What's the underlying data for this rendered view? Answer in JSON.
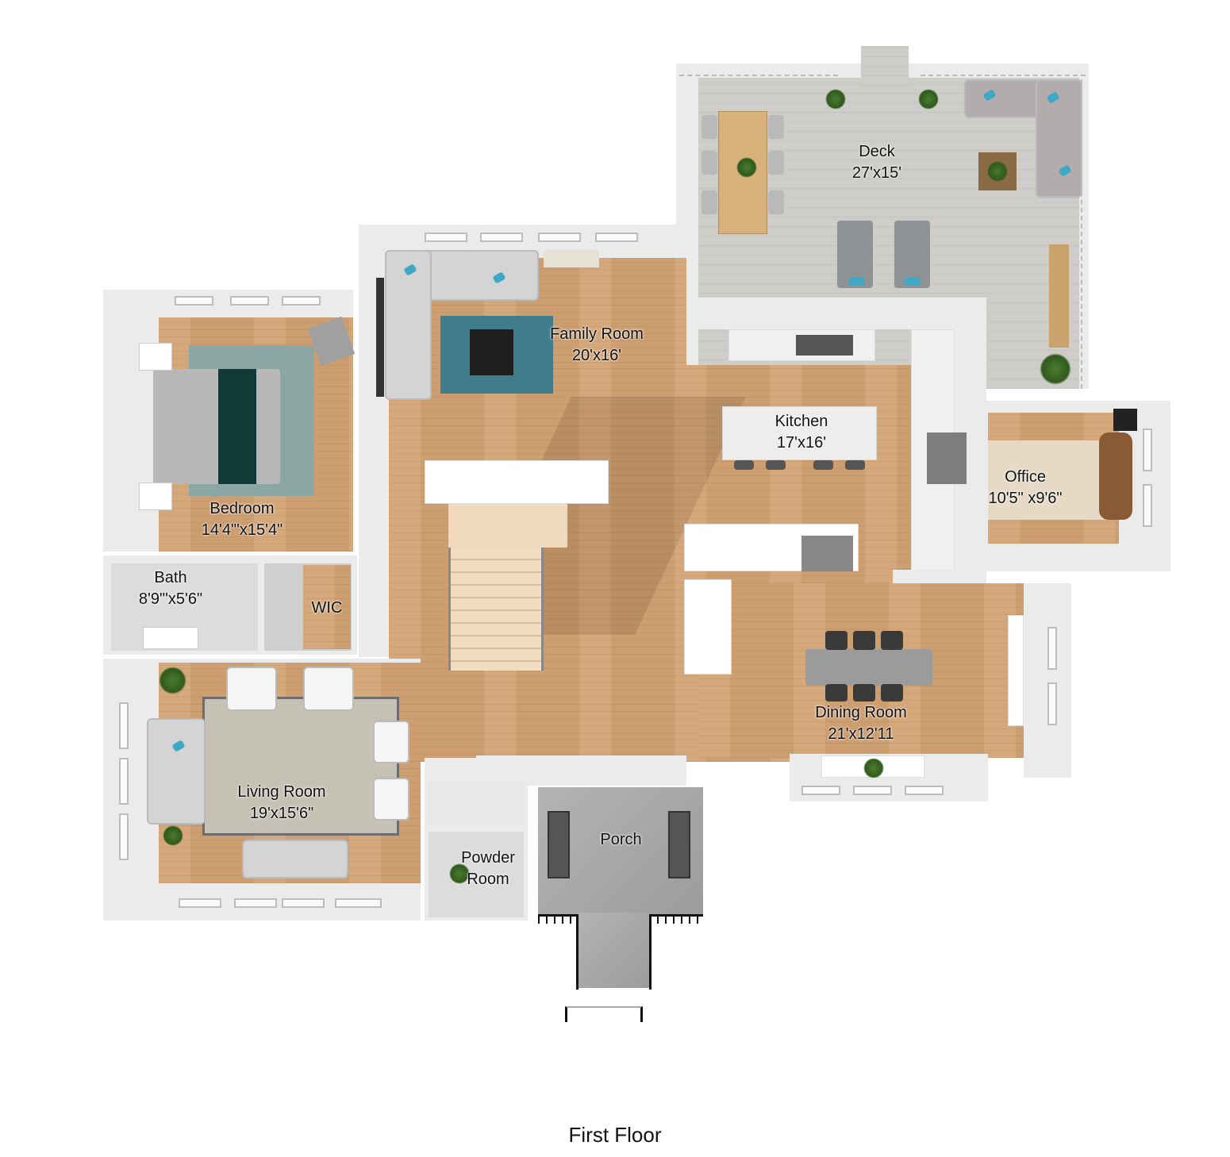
{
  "plan": {
    "caption": "First Floor",
    "rooms": {
      "deck": {
        "name": "Deck",
        "size": "27'x15'"
      },
      "family_room": {
        "name": "Family Room",
        "size": "20'x16'"
      },
      "bedroom": {
        "name": "Bedroom",
        "size": "14'4\"'x15'4\""
      },
      "kitchen": {
        "name": "Kitchen",
        "size": "17'x16'"
      },
      "office": {
        "name": "Office",
        "size": "10'5\" x9'6\""
      },
      "bath": {
        "name": "Bath",
        "size": "8'9\"'x5'6\""
      },
      "wic": {
        "name": "WIC"
      },
      "dining_room": {
        "name": "Dining Room",
        "size": "21'x12'11"
      },
      "living_room": {
        "name": "Living Room",
        "size": "19'x15'6\""
      },
      "powder_room": {
        "name": "Powder",
        "name_line2": "Room"
      },
      "porch": {
        "name": "Porch"
      }
    },
    "colors": {
      "wood_floor": "#d3a374",
      "deck_floor": "#cfcdc9",
      "walls": "#ebebeb",
      "rug_family": "#3f7d8c",
      "accent_pillow": "#3fa9c5"
    }
  }
}
